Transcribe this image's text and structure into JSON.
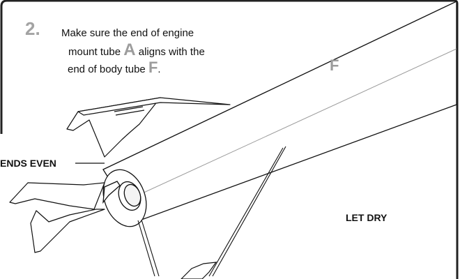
{
  "step": {
    "number": "2.",
    "line1": "Make sure the end of engine",
    "line2_before": "mount tube ",
    "line2_part": "A",
    "line2_after": " aligns with the",
    "line3_before": "end of body tube ",
    "line3_part": "F",
    "line3_after": "."
  },
  "labels": {
    "body_tube_letter": "F",
    "ends_even": "ENDS EVEN",
    "let_dry": "LET DRY"
  },
  "colors": {
    "ink": "#111111",
    "accent_gray": "#a3a3a3",
    "frame": "#222222"
  }
}
